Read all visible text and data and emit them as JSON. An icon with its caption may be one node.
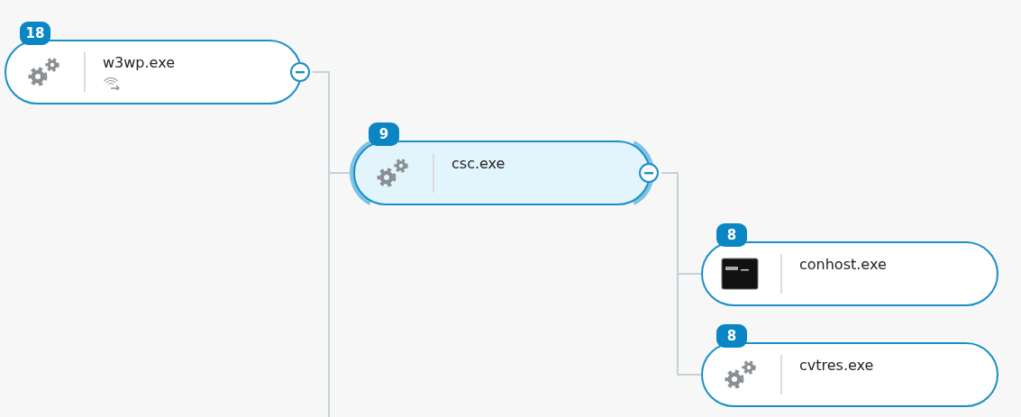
{
  "diagram": {
    "nodes": [
      {
        "text": [
          "18",
          "w3wp.exe"
        ]
      },
      {
        "text": [
          "9",
          "csc.exe"
        ]
      },
      {
        "text": [
          "8",
          "conhost.exe"
        ]
      },
      {
        "text": [
          "8",
          "cvtres.exe"
        ]
      }
    ],
    "edges": [
      {
        "from": 0,
        "to": 1,
        "arrow": "none"
      },
      {
        "from": 0,
        "to": null,
        "arrow": "none"
      },
      {
        "from": 1,
        "to": 2,
        "arrow": "none"
      },
      {
        "from": 1,
        "to": 3,
        "arrow": "none"
      }
    ]
  }
}
